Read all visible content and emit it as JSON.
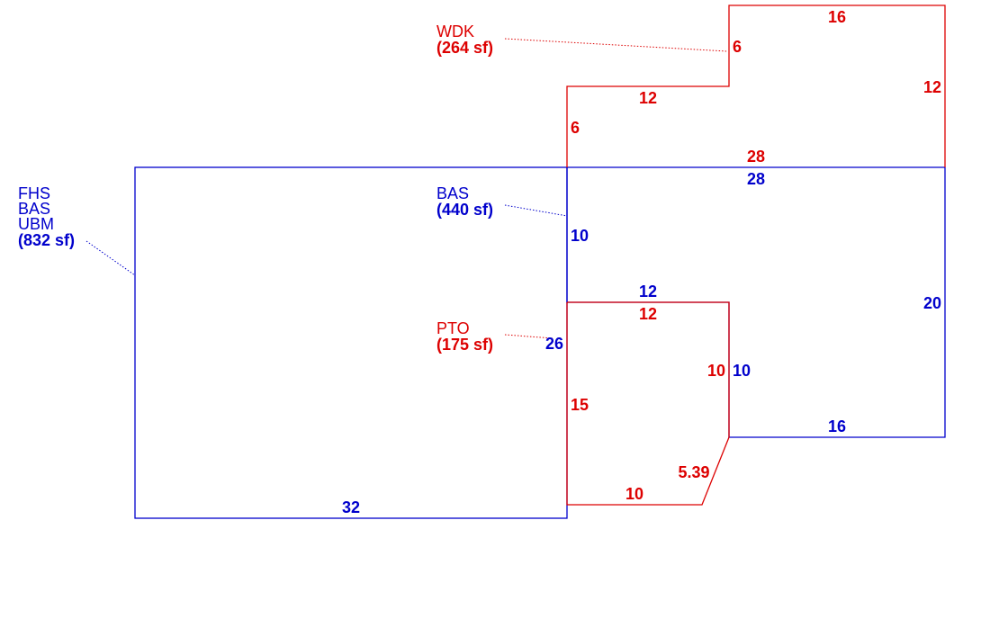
{
  "colors": {
    "blue": "#0000cc",
    "red": "#dd0000",
    "background": "#ffffff"
  },
  "areas": {
    "main": {
      "codes": [
        "FHS",
        "BAS",
        "UBM"
      ],
      "area": "(832 sf)"
    },
    "addition": {
      "codes": [
        "BAS"
      ],
      "area": "(440 sf)"
    },
    "patio": {
      "codes": [
        "PTO"
      ],
      "area": "(175 sf)"
    },
    "deck": {
      "codes": [
        "WDK"
      ],
      "area": "(264 sf)"
    }
  },
  "dimensions": {
    "main_bottom": "32",
    "main_right": "26",
    "addition_top": "28",
    "addition_left": "10",
    "addition_inner_top": "12",
    "addition_inner_right": "10",
    "addition_bottom": "16",
    "addition_right": "20",
    "patio_top": "12",
    "patio_right": "10",
    "patio_left": "15",
    "patio_diagonal": "5.39",
    "patio_bottom": "10",
    "deck_left": "6",
    "deck_lower_top": "12",
    "deck_step": "6",
    "deck_top": "16",
    "deck_right": "12",
    "deck_bottom": "28"
  }
}
